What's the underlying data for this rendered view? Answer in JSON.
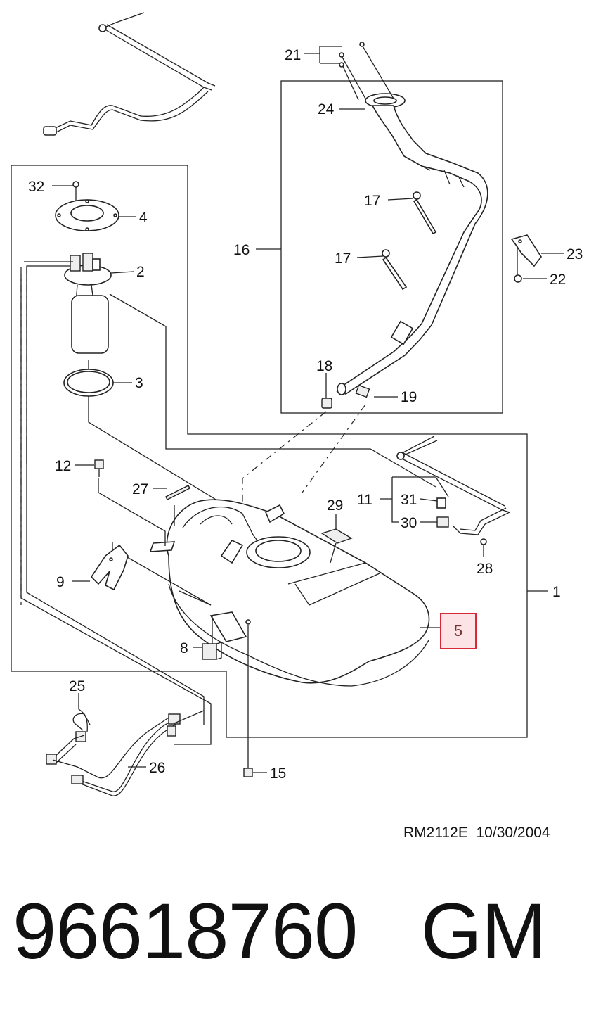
{
  "diagram": {
    "callouts": {
      "c1": "1",
      "c2": "2",
      "c3": "3",
      "c4": "4",
      "c5": "5",
      "c8": "8",
      "c9": "9",
      "c11": "11",
      "c12": "12",
      "c15": "15",
      "c16": "16",
      "c17a": "17",
      "c17b": "17",
      "c18": "18",
      "c19": "19",
      "c21": "21",
      "c22": "22",
      "c23": "23",
      "c24": "24",
      "c25": "25",
      "c26": "26",
      "c27": "27",
      "c28": "28",
      "c29": "29",
      "c30": "30",
      "c31": "31",
      "c32": "32"
    },
    "highlight_color": "#d8283a",
    "highlight_fill": "#fbe3e6"
  },
  "reference": {
    "code": "RM2112E",
    "date": "10/30/2004"
  },
  "part_number": {
    "number": "96618760",
    "brand": "GM"
  }
}
